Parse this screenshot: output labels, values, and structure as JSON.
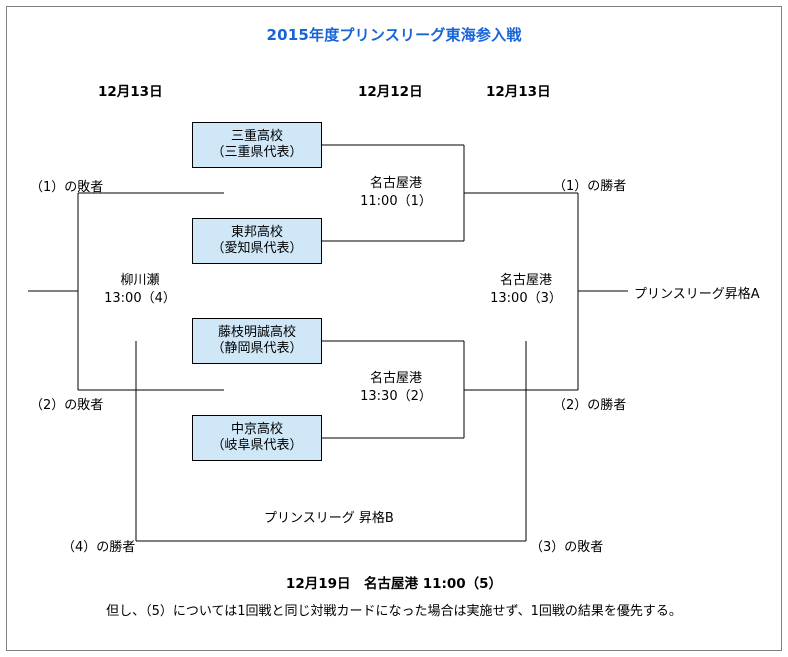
{
  "title": "2015年度プリンスリーグ東海参入戦",
  "accent_color": "#1764d8",
  "box_fill_color": "#cfe7f7",
  "line_color": "#000000",
  "date_headers": [
    {
      "label": "12月13日"
    },
    {
      "label": "12月12日"
    },
    {
      "label": "12月13日"
    }
  ],
  "teams": [
    {
      "name": "三重高校",
      "prefecture": "（三重県代表）"
    },
    {
      "name": "東邦高校",
      "prefecture": "（愛知県代表）"
    },
    {
      "name": "藤枝明誠高校",
      "prefecture": "（静岡県代表）"
    },
    {
      "name": "中京高校",
      "prefecture": "（岐阜県代表）"
    }
  ],
  "matches": [
    {
      "id": "1",
      "venue": "名古屋港",
      "when": "11:00（1）"
    },
    {
      "id": "2",
      "venue": "名古屋港",
      "when": "13:30（2）"
    },
    {
      "id": "3",
      "venue": "名古屋港",
      "when": "13:00（3）"
    },
    {
      "id": "4",
      "venue": "柳川瀬",
      "when": "13:00（4）"
    }
  ],
  "notes": {
    "loser_1": "（1）の敗者",
    "loser_2": "（2）の敗者",
    "winner_1": "（1）の勝者",
    "winner_2": "（2）の勝者",
    "winner_4": "（4）の勝者",
    "loser_3": "（3）の敗者",
    "promotion_a": "プリンスリーグ昇格A",
    "promotion_b": "プリンスリーグ 昇格B"
  },
  "footer": {
    "line1": "12月19日　名古屋港 11:00（5）",
    "line2": "但し、（5）については1回戦と同じ対戦カードになった場合は実施せず、1回戦の結果を優先する。"
  }
}
